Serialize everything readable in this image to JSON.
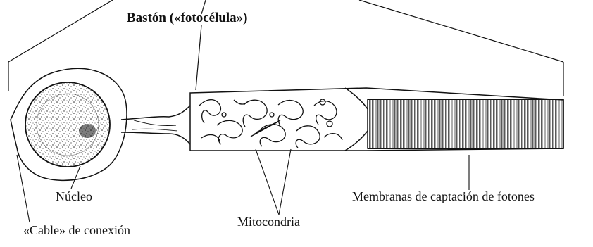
{
  "figure": {
    "title": "Bastón («fotocélula»)",
    "labels": {
      "nucleo": "Núcleo",
      "mitocondria": "Mitocondria",
      "membranas": "Membranas de captación de fotones",
      "cable": "«Cable» de conexión"
    }
  },
  "colors": {
    "ink": "#111111",
    "paper": "#ffffff"
  }
}
